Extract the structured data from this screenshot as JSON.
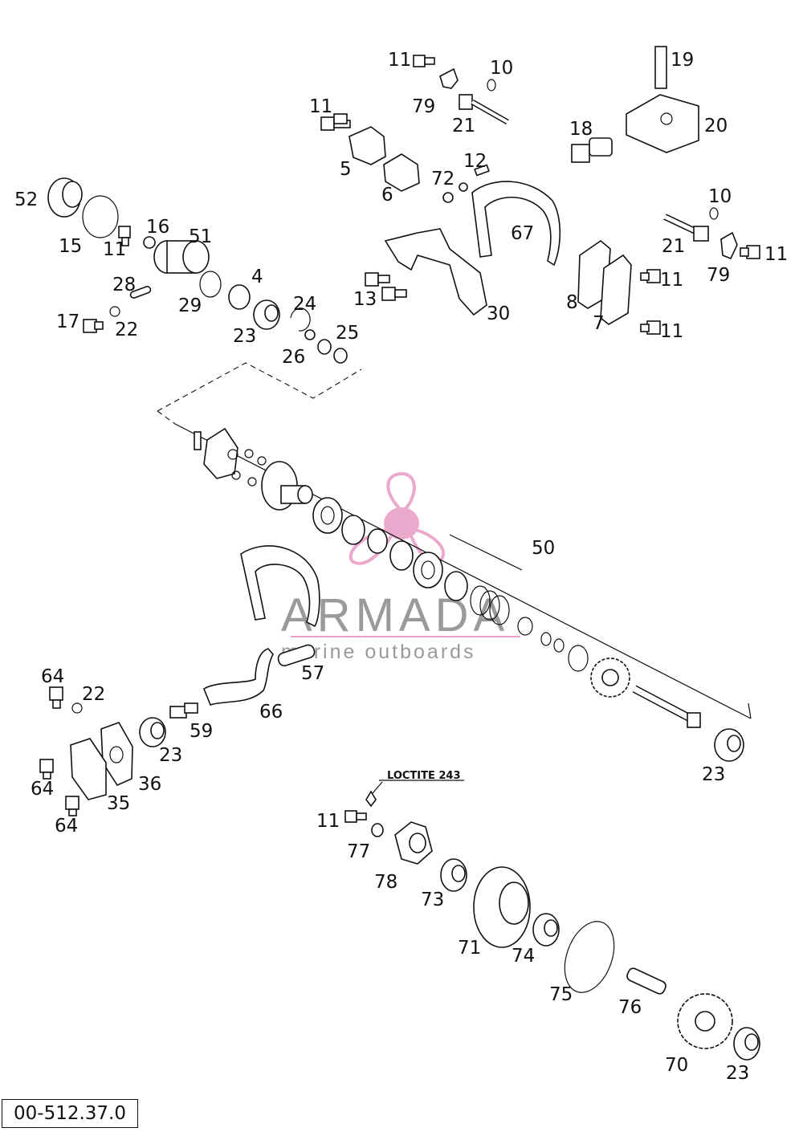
{
  "diagram": {
    "reference_code": "00-512.37.0",
    "loctite_note": "LOCTITE 243",
    "watermark": {
      "brand": "ARMADA",
      "tagline": "marine outboards",
      "accent_color": "#e8a0c8"
    },
    "callouts": [
      "11",
      "10",
      "79",
      "21",
      "19",
      "18",
      "20",
      "11",
      "5",
      "6",
      "12",
      "72",
      "67",
      "52",
      "15",
      "11",
      "16",
      "51",
      "10",
      "21",
      "79",
      "11",
      "8",
      "7",
      "11",
      "11",
      "28",
      "29",
      "4",
      "24",
      "13",
      "30",
      "17",
      "22",
      "23",
      "26",
      "25",
      "50",
      "57",
      "66",
      "64",
      "22",
      "59",
      "23",
      "64",
      "36",
      "35",
      "64",
      "23",
      "11",
      "77",
      "78",
      "73",
      "71",
      "74",
      "75",
      "76",
      "70",
      "23"
    ]
  }
}
